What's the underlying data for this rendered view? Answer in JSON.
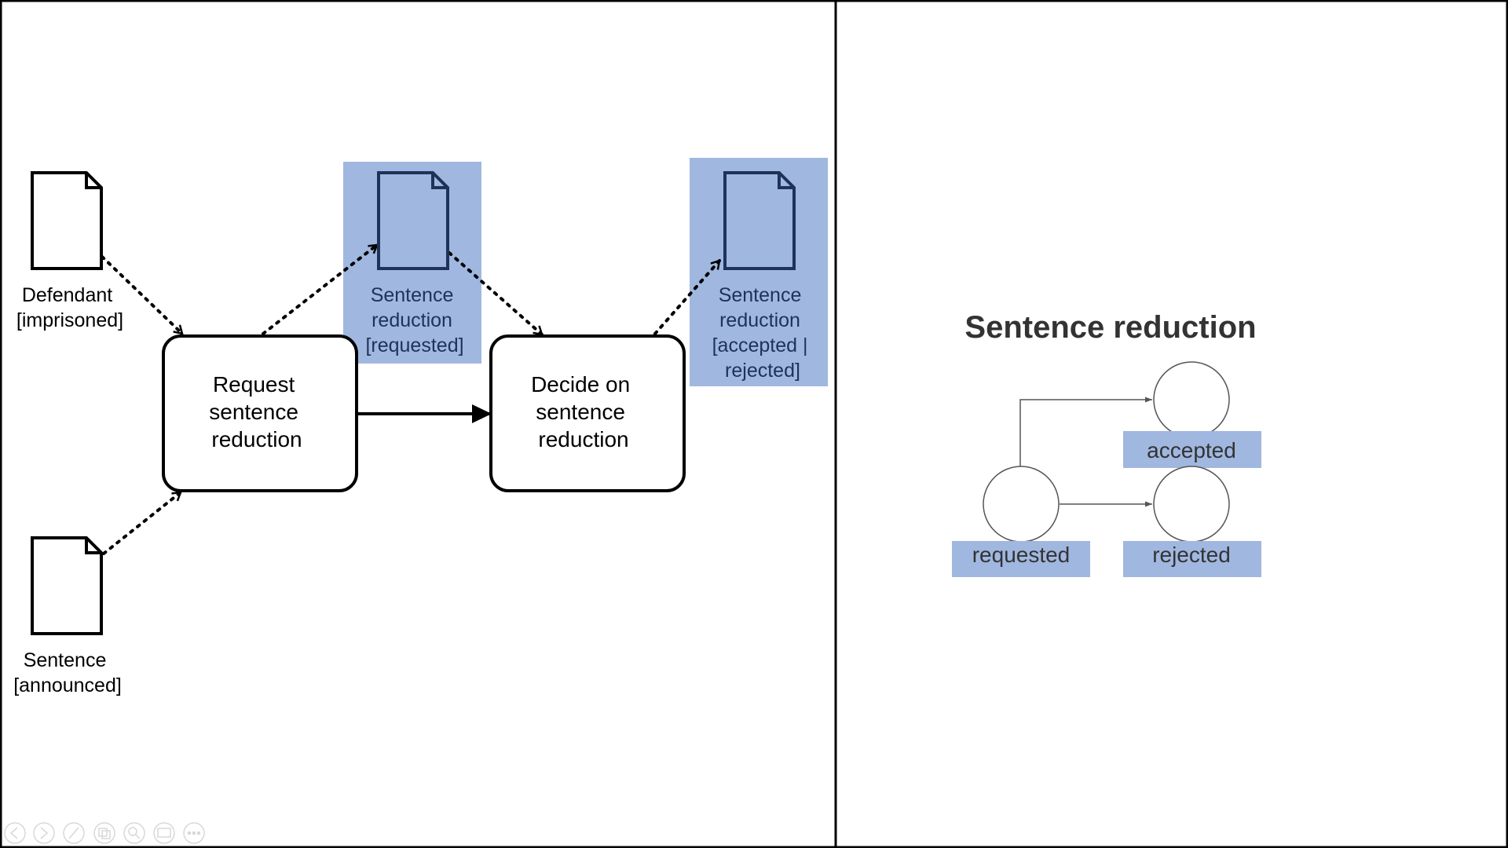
{
  "colors": {
    "highlight": "#a0b7e0",
    "stroke": "#000000",
    "muted_stroke": "#555555",
    "title_text": "#333333"
  },
  "process": {
    "artifacts": [
      {
        "id": "defendant",
        "lines": [
          "Defendant",
          "[imprisoned]"
        ],
        "highlighted": false
      },
      {
        "id": "sentence",
        "lines": [
          "Sentence",
          "[announced]"
        ],
        "highlighted": false
      },
      {
        "id": "sentence-reduction-requested",
        "lines": [
          "Sentence",
          "reduction",
          "[requested]"
        ],
        "highlighted": true
      },
      {
        "id": "sentence-reduction-decided",
        "lines": [
          "Sentence",
          "reduction",
          "[accepted |",
          "rejected]"
        ],
        "highlighted": true
      }
    ],
    "activities": [
      {
        "id": "request",
        "lines": [
          "Request",
          "sentence",
          "reduction"
        ]
      },
      {
        "id": "decide",
        "lines": [
          "Decide on",
          "sentence",
          "reduction"
        ]
      }
    ]
  },
  "lifecycle": {
    "title": "Sentence reduction",
    "states": [
      {
        "id": "requested",
        "label": "requested"
      },
      {
        "id": "accepted",
        "label": "accepted"
      },
      {
        "id": "rejected",
        "label": "rejected"
      }
    ]
  },
  "toolbar": {
    "icons": [
      "prev-icon",
      "next-icon",
      "pen-icon",
      "copy-icon",
      "zoom-icon",
      "subtitle-icon",
      "more-icon"
    ]
  }
}
